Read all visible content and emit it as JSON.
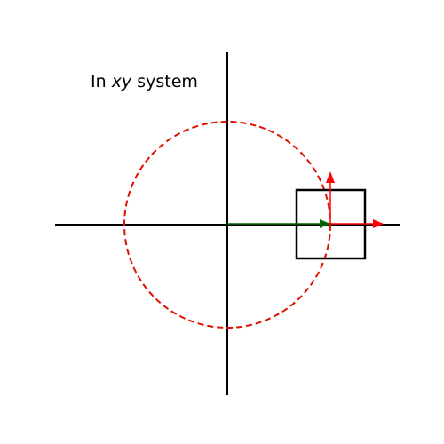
{
  "title": {
    "prefix": "In ",
    "variable": "xy",
    "suffix": " system"
  },
  "colors": {
    "axes": "#000000",
    "orbit": "#dd1100",
    "position_vector": "#006600",
    "unit_vectors": "#ff0000",
    "frame_box": "#000000"
  },
  "icons": {
    "position_arrow": "arrow-right-icon",
    "x_unit_arrow": "arrow-right-icon",
    "y_unit_arrow": "arrow-up-icon"
  }
}
